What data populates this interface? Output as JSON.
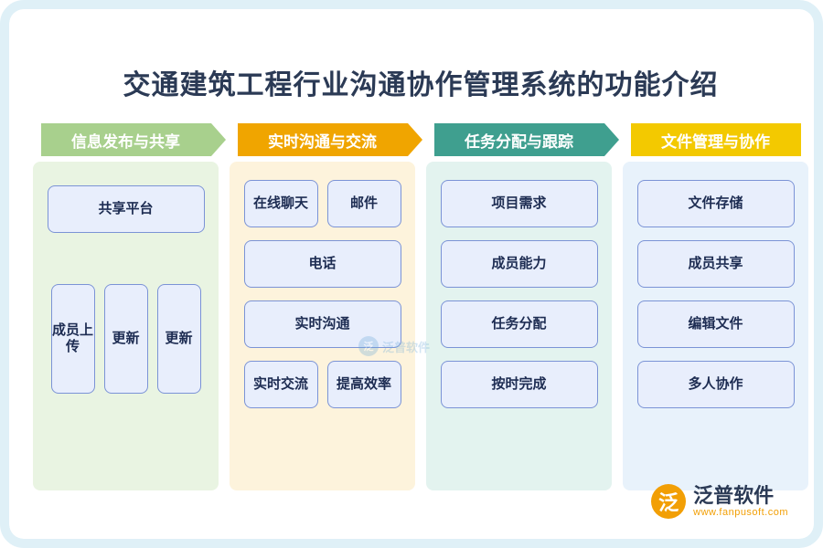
{
  "page": {
    "title": "交通建筑工程行业沟通协作管理系统的功能介绍",
    "border_color": "#dff0f7"
  },
  "columns": [
    {
      "banner_label": "信息发布与共享",
      "banner_color": "#a8d08d",
      "body_color": "#e9f4e2",
      "groups": [
        {
          "type": "single",
          "items": [
            "共享平台"
          ]
        },
        {
          "type": "triple",
          "items": [
            "成员上传",
            "更新",
            "更新"
          ]
        }
      ]
    },
    {
      "banner_label": "实时沟通与交流",
      "banner_color": "#f0a500",
      "body_color": "#fdf3dc",
      "groups": [
        {
          "type": "pair",
          "items": [
            "在线聊天",
            "邮件"
          ]
        },
        {
          "type": "single",
          "items": [
            "电话"
          ]
        },
        {
          "type": "single",
          "items": [
            "实时沟通"
          ]
        },
        {
          "type": "pair",
          "items": [
            "实时交流",
            "提高效率"
          ]
        }
      ]
    },
    {
      "banner_label": "任务分配与跟踪",
      "banner_color": "#3f9f8f",
      "body_color": "#e3f3ef",
      "groups": [
        {
          "type": "single",
          "items": [
            "项目需求"
          ]
        },
        {
          "type": "single",
          "items": [
            "成员能力"
          ]
        },
        {
          "type": "single",
          "items": [
            "任务分配"
          ]
        },
        {
          "type": "single",
          "items": [
            "按时完成"
          ]
        }
      ]
    },
    {
      "banner_label": "文件管理与协作",
      "banner_color": "#f3c900",
      "body_color": "#e8f2fb",
      "groups": [
        {
          "type": "single",
          "items": [
            "文件存储"
          ]
        },
        {
          "type": "single",
          "items": [
            "成员共享"
          ]
        },
        {
          "type": "single",
          "items": [
            "编辑文件"
          ]
        },
        {
          "type": "single",
          "items": [
            "多人协作"
          ]
        }
      ]
    }
  ],
  "watermark": {
    "mark": "泛",
    "text": "泛普软件"
  },
  "logo": {
    "mark": "泛",
    "name": "泛普软件",
    "url": "www.fanpusoft.com",
    "accent": "#f29f05"
  }
}
